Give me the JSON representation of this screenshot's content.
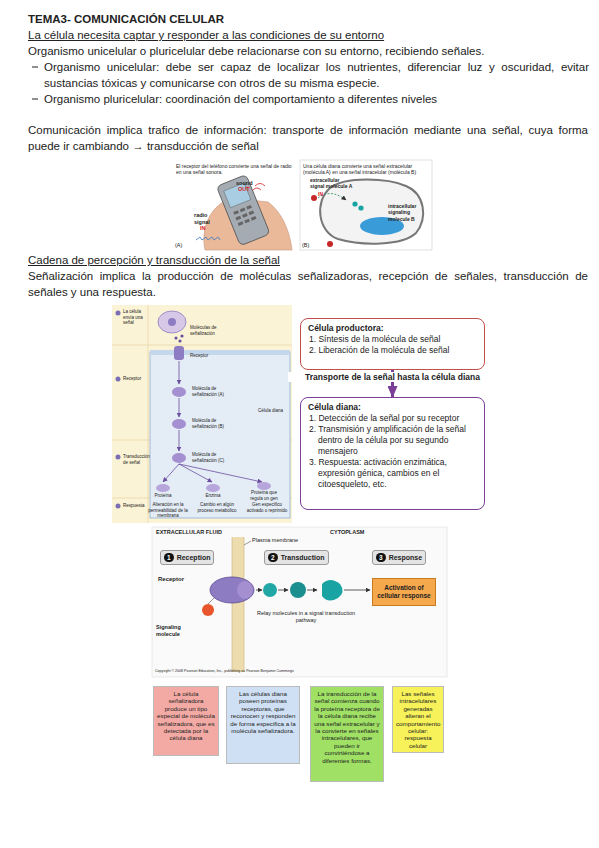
{
  "diagram": {
    "title": "TEMA3- COMUNICACIÓN CELULAR",
    "nodes": [
      {
        "text": [
          "Célula productora:",
          "1. Síntesis de la molécula de señal",
          "2. Liberación de la molécula de señal"
        ]
      },
      {
        "text": [
          "Célula diana:",
          "1. Detección de la señal por su receptor",
          "2. Transmisión y amplificación de la señal dentro de la célula por su segundo mensajero",
          "3. Respuesta: activación enzimática, expresión génica, cambios en el citoesqueleto, etc."
        ]
      },
      {
        "text": [
          "1",
          "Reception"
        ]
      },
      {
        "text": [
          "2",
          "Transduction"
        ]
      },
      {
        "text": [
          "3",
          "Response"
        ]
      },
      {
        "text": [
          "Activation of cellular response"
        ]
      },
      {
        "text": [
          "La célula señalizadora produce un tipo especial de molécula señalizadora, que es detectada por la célula diana"
        ]
      },
      {
        "text": [
          "Las células diana poseen proteínas receptoras, que reconocen y responden de forma especifica a la molécula señalizadora."
        ]
      },
      {
        "text": [
          "La transducción de la señal comienza cuando la proteína receptora de la célula diana recibe una señal extracelular y la convierte en señales intracelulares, que pueden ir convirtiéndose a diferentes formas."
        ]
      },
      {
        "text": [
          "Las señales intracelulares generadas alteran el comportamiento celular: respuesta celular"
        ]
      }
    ],
    "edges": [
      {
        "from": 0,
        "to": 1,
        "arrow": "to",
        "label": "Transporte de la señal hasta la célula diana"
      }
    ],
    "labels": [
      "La célula necesita captar y responder a las condiciones de su entorno",
      "Organismo unicelular o pluricelular debe relacionarse con su entorno, recibiendo señales.",
      "Organismo unicelular: debe ser capaz de localizar los nutrientes, diferenciar luz y oscuridad, evitar sustancias tóxicas y comunicarse con otros de su misma especie.",
      "Organismo pluricelular: coordinación del comportamiento a diferentes niveles",
      "Comunicación implica trafico de información: transporte de información mediante una señal, cuya forma puede ir cambiando → transducción de señal",
      "El receptor del teléfono convierte una señal de radio en una señal sonora.",
      "sound",
      "OUT",
      "radio signal",
      "IN",
      "(A)",
      "Una célula diana convierte una señal extracelular (molécula A) en una señal intracelular (molécula B)",
      "extracellular signal molecule A",
      "IN",
      "intracellular signaling molecule B",
      "(B)",
      "Cadena de percepción y transducción de la señal",
      "Señalización implica la producción de moléculas señalizadoras, recepción de señales, transducción de señales y una respuesta.",
      "La célula envía una señal",
      "Moléculas de señalización",
      "Receptor",
      "Receptor",
      "Molécula de señalización (A)",
      "Molécula de señalización (B)",
      "Célula diana",
      "Transducción de señal",
      "Molécula de señalización (C)",
      "Proteína",
      "Enzima",
      "Proteína que regula un gen",
      "Respuesta",
      "Alteración en la permeabilidad de la membrana",
      "Cambio en algún proceso metabólico",
      "Gen específico activado o reprimido",
      "EXTRACELLULAR FLUID",
      "CYTOPLASM",
      "Plasma membrane",
      "Receptor",
      "Relay molecules in a signal transduction pathway",
      "Signaling molecule",
      "Copyright © 2008 Pearson Education, Inc., publishing as Pearson Benjamin Cummings"
    ]
  }
}
